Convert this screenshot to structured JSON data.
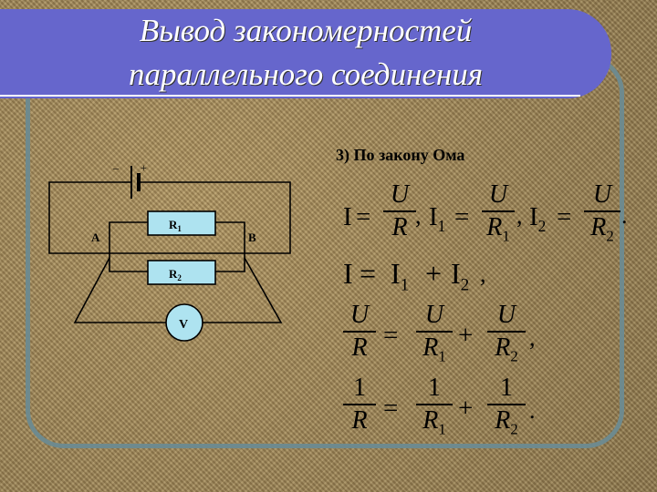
{
  "title": {
    "line1": "Вывод закономерностей",
    "line2": "параллельного соединения"
  },
  "circuit": {
    "label_r1": "R",
    "label_r1_sub": "1",
    "label_r2": "R",
    "label_r2_sub": "2",
    "label_voltmeter": "V",
    "label_node_a": "A",
    "label_node_b": "B",
    "battery_minus": "–",
    "battery_plus": "+"
  },
  "heading": "3) По закону Ома",
  "colors": {
    "banner": "#6666cc",
    "frame": "#6e8a8e",
    "component_fill": "#aee3f0"
  },
  "symbols": {
    "I": "I",
    "U": "U",
    "R": "R",
    "one": "1",
    "sub1": "1",
    "sub2": "2",
    "eq": "=",
    "plus": "+",
    "comma": ",",
    "period": "."
  }
}
